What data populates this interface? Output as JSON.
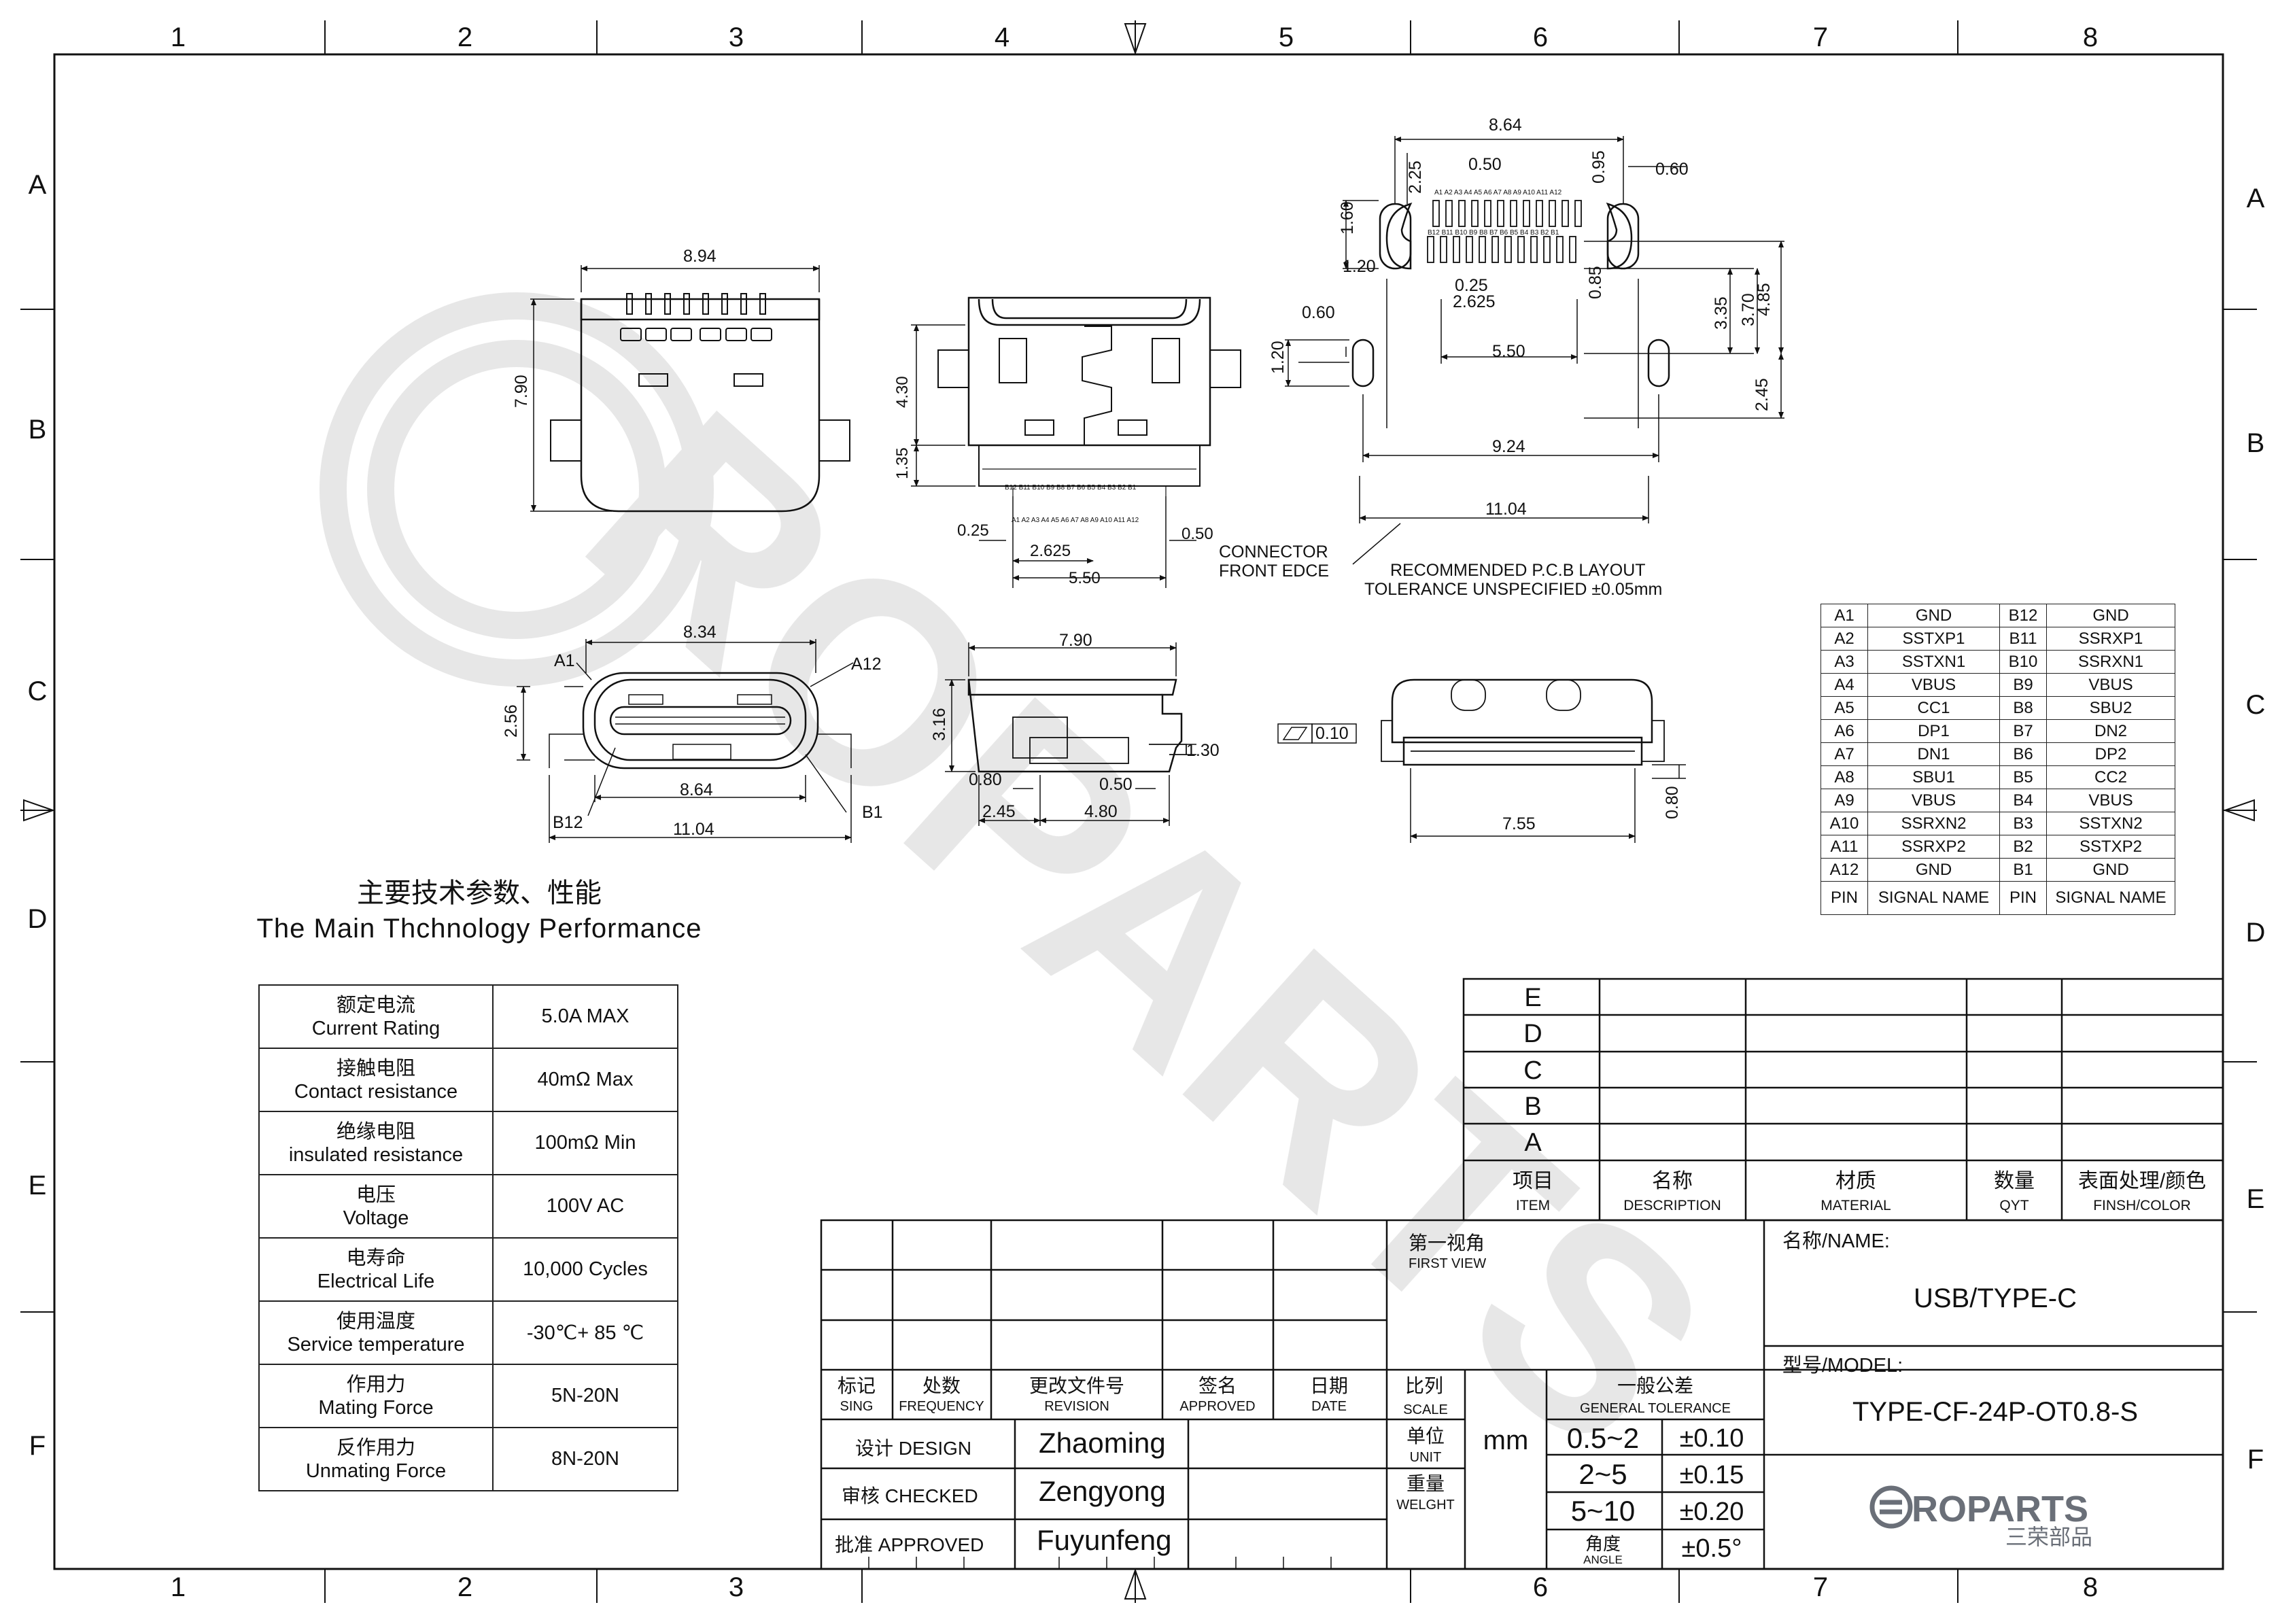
{
  "frame": {
    "col_labels": [
      "1",
      "2",
      "3",
      "4",
      "5",
      "6",
      "7",
      "8"
    ],
    "row_labels": [
      "A",
      "B",
      "C",
      "D",
      "E",
      "F"
    ]
  },
  "watermark": "ROPARTS",
  "views": {
    "top_dims": [
      "8.94",
      "7.90"
    ],
    "front_dims": [
      "4.30",
      "1.35",
      "0.25",
      "2.625",
      "5.50",
      "0.50"
    ],
    "front_pin_row_b": "B12 B11 B10 B9 B8 B7 B6 B5 B4 B3 B2 B1",
    "front_pin_row_a": "A1 A2 A3 A4 A5 A6 A7 A8 A9 A10 A11 A12",
    "pcb_dims": [
      "8.64",
      "0.50",
      "0.95",
      "0.60",
      "2.25",
      "1.60",
      "1.20",
      "0.25",
      "2.625",
      "0.85",
      "3.35",
      "3.70",
      "4.85",
      "0.60",
      "1.20",
      "5.50",
      "2.45",
      "9.24",
      "11.04"
    ],
    "pcb_pins_top": "A1 A2 A3 A4 A5 A6 A7 A8 A9 A10 A11 A12",
    "pcb_pins_bottom": "B12 B11 B10 B9 B8 B7 B6 B5 B4 B3 B2 B1",
    "connector_note": [
      "CONNECTOR",
      "FRONT EDCE"
    ],
    "pcb_note": [
      "RECOMMENDED P.C.B LAYOUT",
      "TOLERANCE UNSPECIFIED ±0.05mm"
    ],
    "end_dims": [
      "8.34",
      "2.56",
      "8.64",
      "11.04"
    ],
    "end_labels": [
      "A1",
      "A12",
      "B12",
      "B1"
    ],
    "side_dims": [
      "7.90",
      "3.16",
      "1.30",
      "0.80",
      "0.50",
      "2.45",
      "4.80"
    ],
    "rear_dims": [
      "0.10",
      "7.55",
      "0.80"
    ]
  },
  "pin_table": {
    "rows": [
      [
        "A1",
        "GND",
        "B12",
        "GND"
      ],
      [
        "A2",
        "SSTXP1",
        "B11",
        "SSRXP1"
      ],
      [
        "A3",
        "SSTXN1",
        "B10",
        "SSRXN1"
      ],
      [
        "A4",
        "VBUS",
        "B9",
        "VBUS"
      ],
      [
        "A5",
        "CC1",
        "B8",
        "SBU2"
      ],
      [
        "A6",
        "DP1",
        "B7",
        "DN2"
      ],
      [
        "A7",
        "DN1",
        "B6",
        "DP2"
      ],
      [
        "A8",
        "SBU1",
        "B5",
        "CC2"
      ],
      [
        "A9",
        "VBUS",
        "B4",
        "VBUS"
      ],
      [
        "A10",
        "SSRXN2",
        "B3",
        "SSTXN2"
      ],
      [
        "A11",
        "SSRXP2",
        "B2",
        "SSTXP2"
      ],
      [
        "A12",
        "GND",
        "B1",
        "GND"
      ]
    ],
    "header": [
      "PIN",
      "SIGNAL NAME",
      "PIN",
      "SIGNAL NAME"
    ]
  },
  "spec": {
    "title_cn": "主要技术参数、性能",
    "title_en": "The Main Thchnology Performance",
    "rows": [
      {
        "cn": "额定电流",
        "en": "Current Rating",
        "val": "5.0A MAX"
      },
      {
        "cn": "接触电阻",
        "en": "Contact resistance",
        "val": "40mΩ Max"
      },
      {
        "cn": "绝缘电阻",
        "en": "insulated resistance",
        "val": "100mΩ Min"
      },
      {
        "cn": "电压",
        "en": "Voltage",
        "val": "100V AC"
      },
      {
        "cn": "电寿命",
        "en": "Electrical Life",
        "val": "10,000 Cycles"
      },
      {
        "cn": "使用温度",
        "en": "Service temperature",
        "val": "-30℃+ 85 ℃"
      },
      {
        "cn": "作用力",
        "en": "Mating Force",
        "val": "5N-20N"
      },
      {
        "cn": "反作用力",
        "en": "Unmating Force",
        "val": "8N-20N"
      }
    ]
  },
  "bom": {
    "rows": [
      "E",
      "D",
      "C",
      "B",
      "A"
    ],
    "headers": [
      {
        "cn": "项目",
        "en": "ITEM"
      },
      {
        "cn": "名称",
        "en": "DESCRIPTION"
      },
      {
        "cn": "材质",
        "en": "MATERIAL"
      },
      {
        "cn": "数量",
        "en": "QYT"
      },
      {
        "cn": "表面处理/颜色",
        "en": "FINSH/COLOR"
      }
    ]
  },
  "title_block": {
    "rev_headers": [
      {
        "cn": "标记",
        "en": "SING"
      },
      {
        "cn": "处数",
        "en": "FREQUENCY"
      },
      {
        "cn": "更改文件号",
        "en": "REVISION"
      },
      {
        "cn": "签名",
        "en": "APPROVED"
      },
      {
        "cn": "日期",
        "en": "DATE"
      }
    ],
    "first_view_cn": "第一视角",
    "first_view_en": "FIRST VIEW",
    "scale_cn": "比列",
    "scale_en": "SCALE",
    "unit_cn": "单位",
    "unit_en": "UNIT",
    "unit_val": "mm",
    "weight_cn": "重量",
    "weight_en": "WELGHT",
    "gt_cn": "一般公差",
    "gt_en": "GENERAL TOLERANCE",
    "tolerances": [
      [
        "0.5~2",
        "±0.10"
      ],
      [
        "2~5",
        "±0.15"
      ],
      [
        "5~10",
        "±0.20"
      ]
    ],
    "angle_cn": "角度",
    "angle_en": "ANGLE",
    "angle_val": "±0.5°",
    "design_label": "设计 DESIGN",
    "design_name": "Zhaoming",
    "checked_label": "审核 CHECKED",
    "checked_name": "Zengyong",
    "approved_label": "批准 APPROVED",
    "approved_name": "Fuyunfeng",
    "name_label": "名称/NAME:",
    "name_value": "USB/TYPE-C",
    "model_label": "型号/MODEL:",
    "model_value": "TYPE-CF-24P-OT0.8-S",
    "logo_text": "ROPARTS",
    "logo_sub": "三荣部品"
  }
}
